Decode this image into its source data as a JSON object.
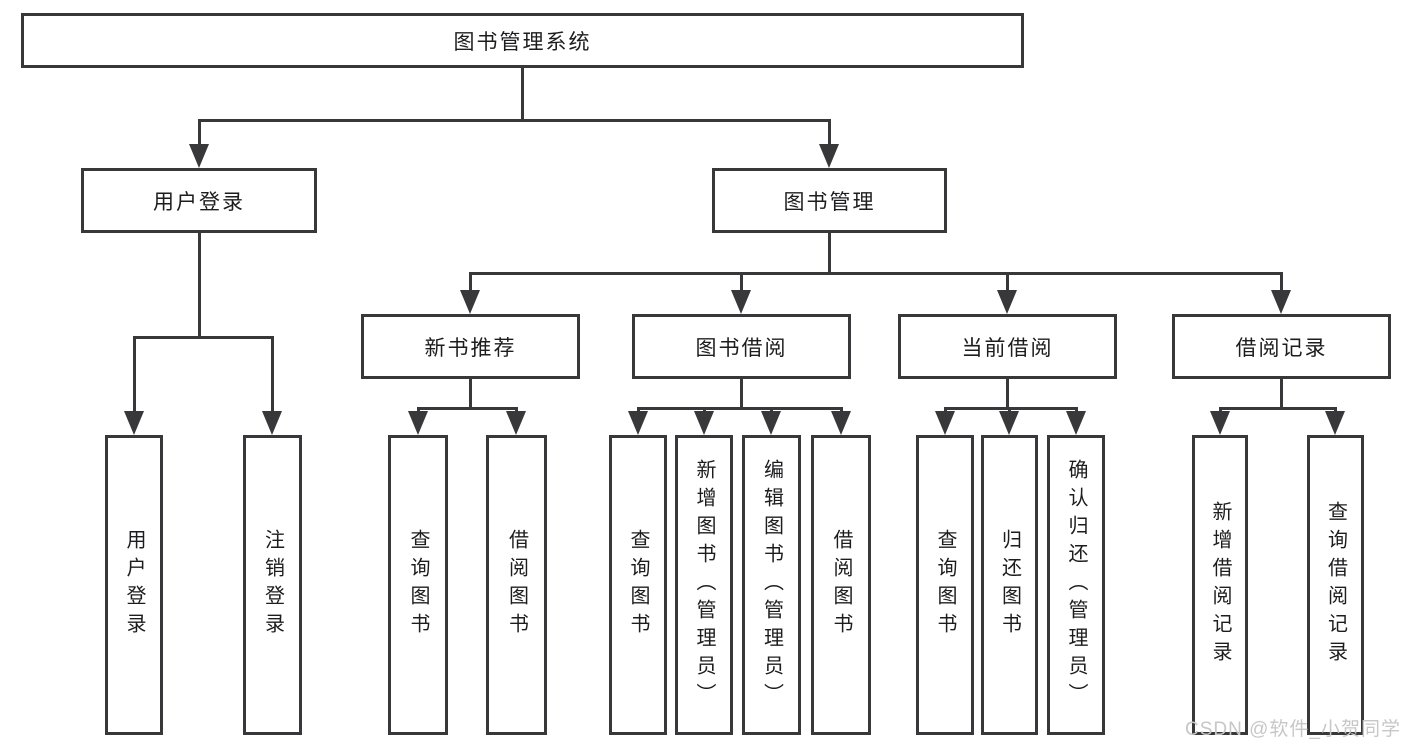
{
  "tree": {
    "root": {
      "label": "图书管理系统",
      "children": [
        {
          "label": "用户登录",
          "children": [
            {
              "label": "用户登录"
            },
            {
              "label": "注销登录"
            }
          ]
        },
        {
          "label": "图书管理",
          "children": [
            {
              "label": "新书推荐",
              "children": [
                {
                  "label": "查询图书"
                },
                {
                  "label": "借阅图书"
                }
              ]
            },
            {
              "label": "图书借阅",
              "children": [
                {
                  "label": "查询图书"
                },
                {
                  "label": "新增图书（管理员）"
                },
                {
                  "label": "编辑图书（管理员）"
                },
                {
                  "label": "借阅图书"
                }
              ]
            },
            {
              "label": "当前借阅",
              "children": [
                {
                  "label": "查询图书"
                },
                {
                  "label": "归还图书"
                },
                {
                  "label": "确认归还（管理员）"
                }
              ]
            },
            {
              "label": "借阅记录",
              "children": [
                {
                  "label": "新增借阅记录"
                },
                {
                  "label": "查询借阅记录"
                }
              ]
            }
          ]
        }
      ]
    }
  },
  "watermark": {
    "text": "CSDN @软件_小贺同学"
  },
  "colors": {
    "line": "#38383a",
    "text": "#1d1d1f",
    "background": "#ffffff",
    "watermark": "#c7c7c7"
  }
}
